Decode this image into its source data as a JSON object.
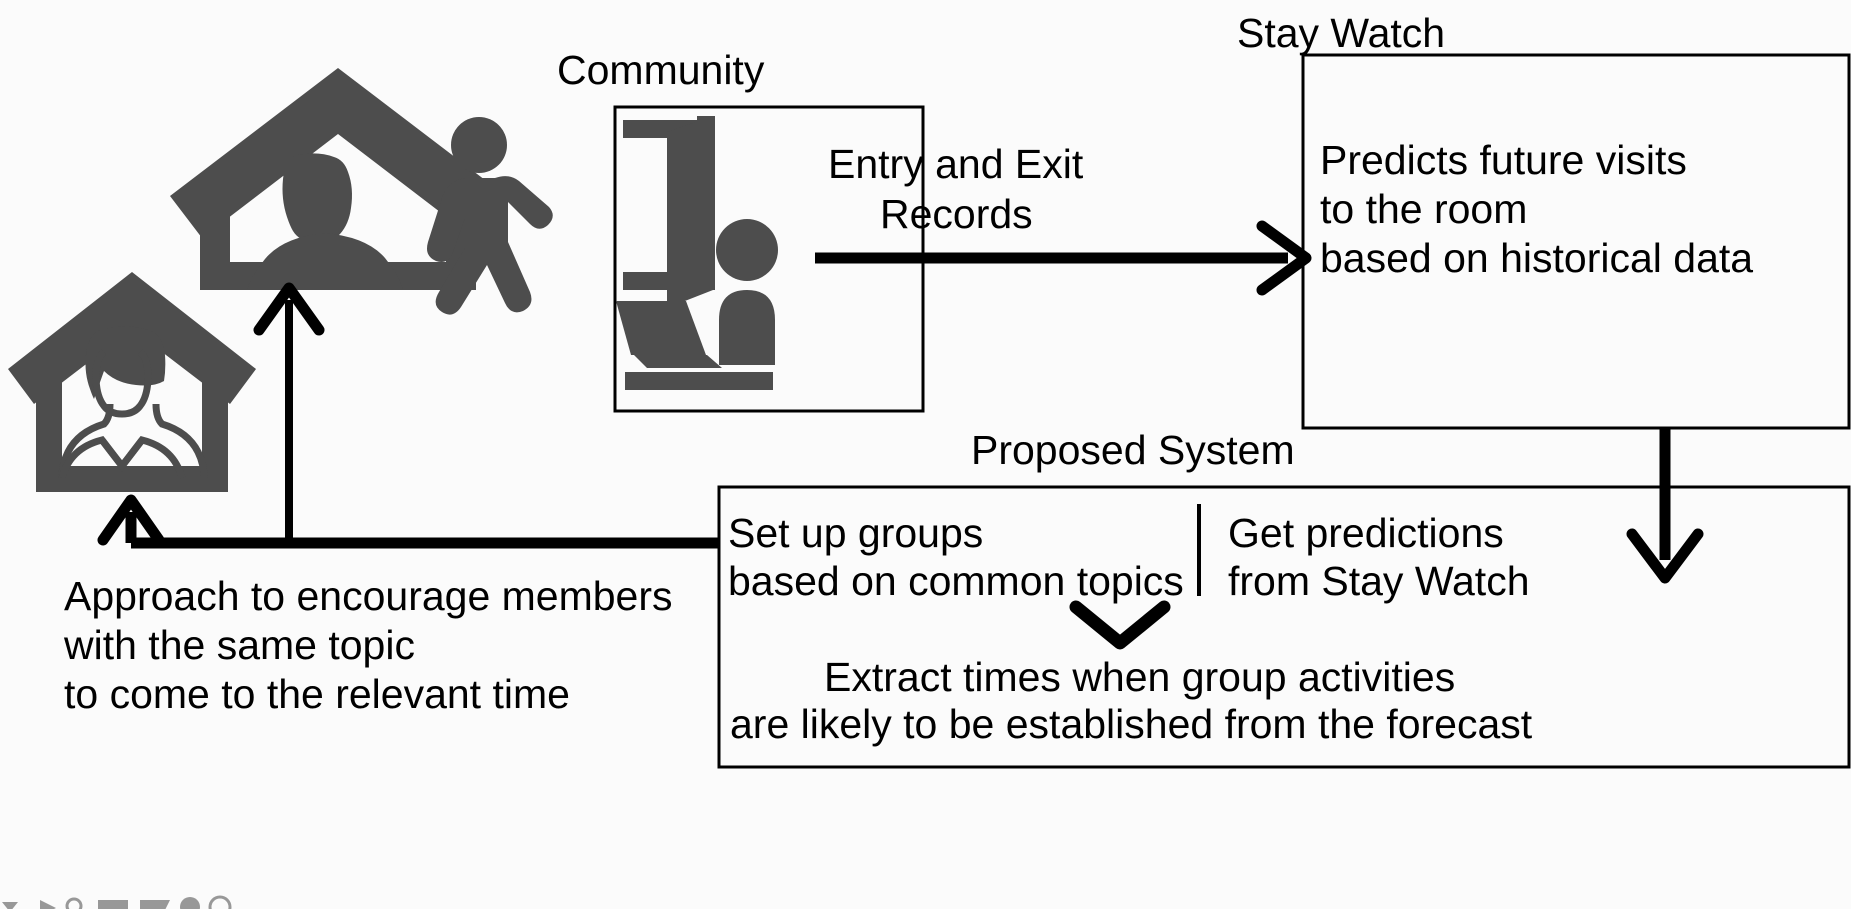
{
  "diagram": {
    "title": "Proposed system overview diagram",
    "background_color": "#fbfbfb",
    "icon_color": "#4d4d4d",
    "line_color": "#000000"
  },
  "labels": {
    "community": "Community",
    "stay_watch": "Stay Watch",
    "proposed_system": "Proposed System",
    "entry_exit_line1": "Entry and Exit",
    "entry_exit_line2": "Records"
  },
  "stay_watch_box": {
    "line1": "Predicts future visits",
    "line2": "to the room",
    "line3": "based on historical data"
  },
  "proposed_system_box": {
    "left_line1": "Set up groups",
    "left_line2": "based on common topics",
    "right_line1": "Get predictions",
    "right_line2": "from Stay Watch",
    "bottom_line1": "Extract times when group activities",
    "bottom_line2": "are likely to be established from the forecast"
  },
  "approach_note": {
    "line1": "Approach to encourage members",
    "line2": "with the same topic",
    "line3": "to come to the relevant time"
  },
  "icons": {
    "house_person_top": "house-with-person-icon",
    "house_person_bottom": "house-with-person-outline-icon",
    "walking_person": "walking-person-icon",
    "open_door": "open-door-icon",
    "desk_worker": "person-at-laptop-icon",
    "arrow_right": "arrow-right-icon",
    "arrow_up": "arrow-up-icon",
    "arrow_down": "arrow-down-icon",
    "chevron_down": "chevron-down-icon"
  }
}
